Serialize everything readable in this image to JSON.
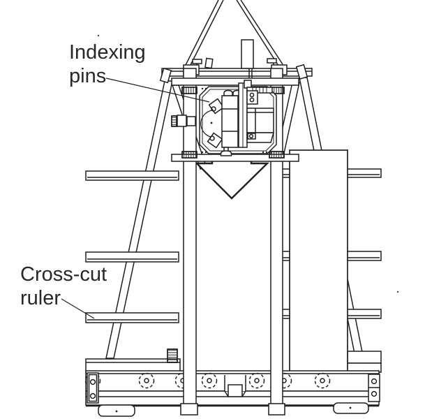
{
  "figure": {
    "type": "technical-line-drawing",
    "subject": "Vertical panel saw on trestle stand, front view",
    "colors": {
      "background": "#ffffff",
      "line": "#1f1f1f",
      "label_text": "#26262c"
    },
    "labels": [
      {
        "id": "indexing-pins",
        "line1": "Indexing",
        "line2": "pins"
      },
      {
        "id": "cross-cut-ruler",
        "line1": "Cross-cut",
        "line2": "ruler"
      }
    ]
  }
}
